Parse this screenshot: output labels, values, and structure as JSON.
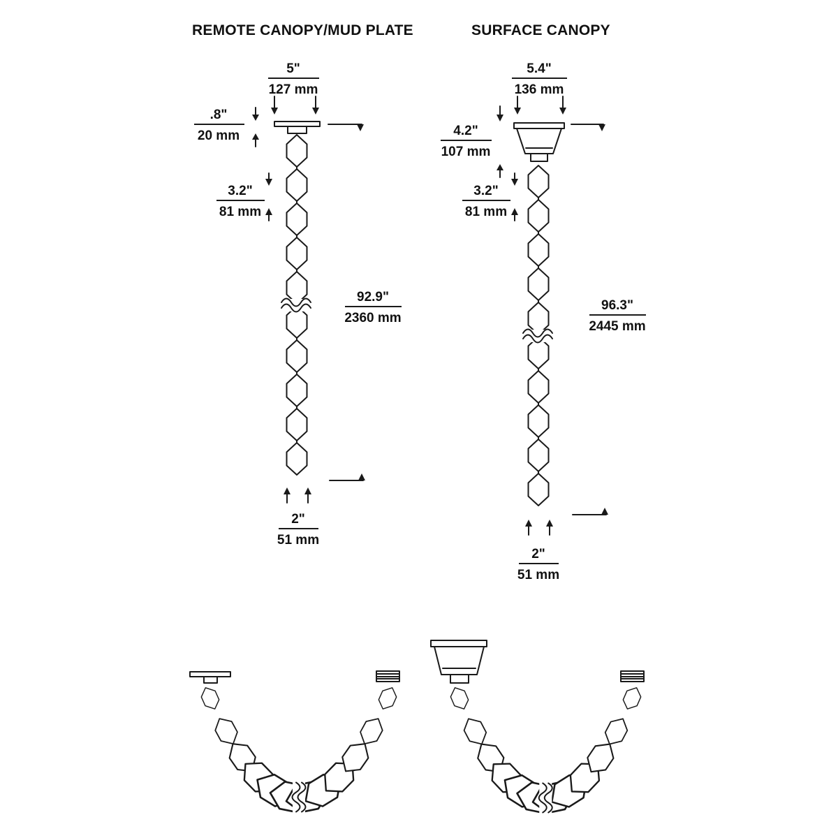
{
  "page": {
    "background": "#ffffff",
    "line_color": "#1a1a1a"
  },
  "left_diagram": {
    "title": "REMOTE CANOPY/MUD PLATE",
    "canopy_width": {
      "in": "5\"",
      "mm": "127 mm"
    },
    "plate_thickness": {
      "in": ".8\"",
      "mm": "20 mm"
    },
    "link_length": {
      "in": "3.2\"",
      "mm": "81 mm"
    },
    "overall_length": {
      "in": "92.9\"",
      "mm": "2360 mm"
    },
    "link_width": {
      "in": "2\"",
      "mm": "51 mm"
    }
  },
  "right_diagram": {
    "title": "SURFACE CANOPY",
    "canopy_width": {
      "in": "5.4\"",
      "mm": "136 mm"
    },
    "canopy_height": {
      "in": "4.2\"",
      "mm": "107 mm"
    },
    "link_length": {
      "in": "3.2\"",
      "mm": "81 mm"
    },
    "overall_length": {
      "in": "96.3\"",
      "mm": "2445 mm"
    },
    "link_width": {
      "in": "2\"",
      "mm": "51 mm"
    }
  }
}
